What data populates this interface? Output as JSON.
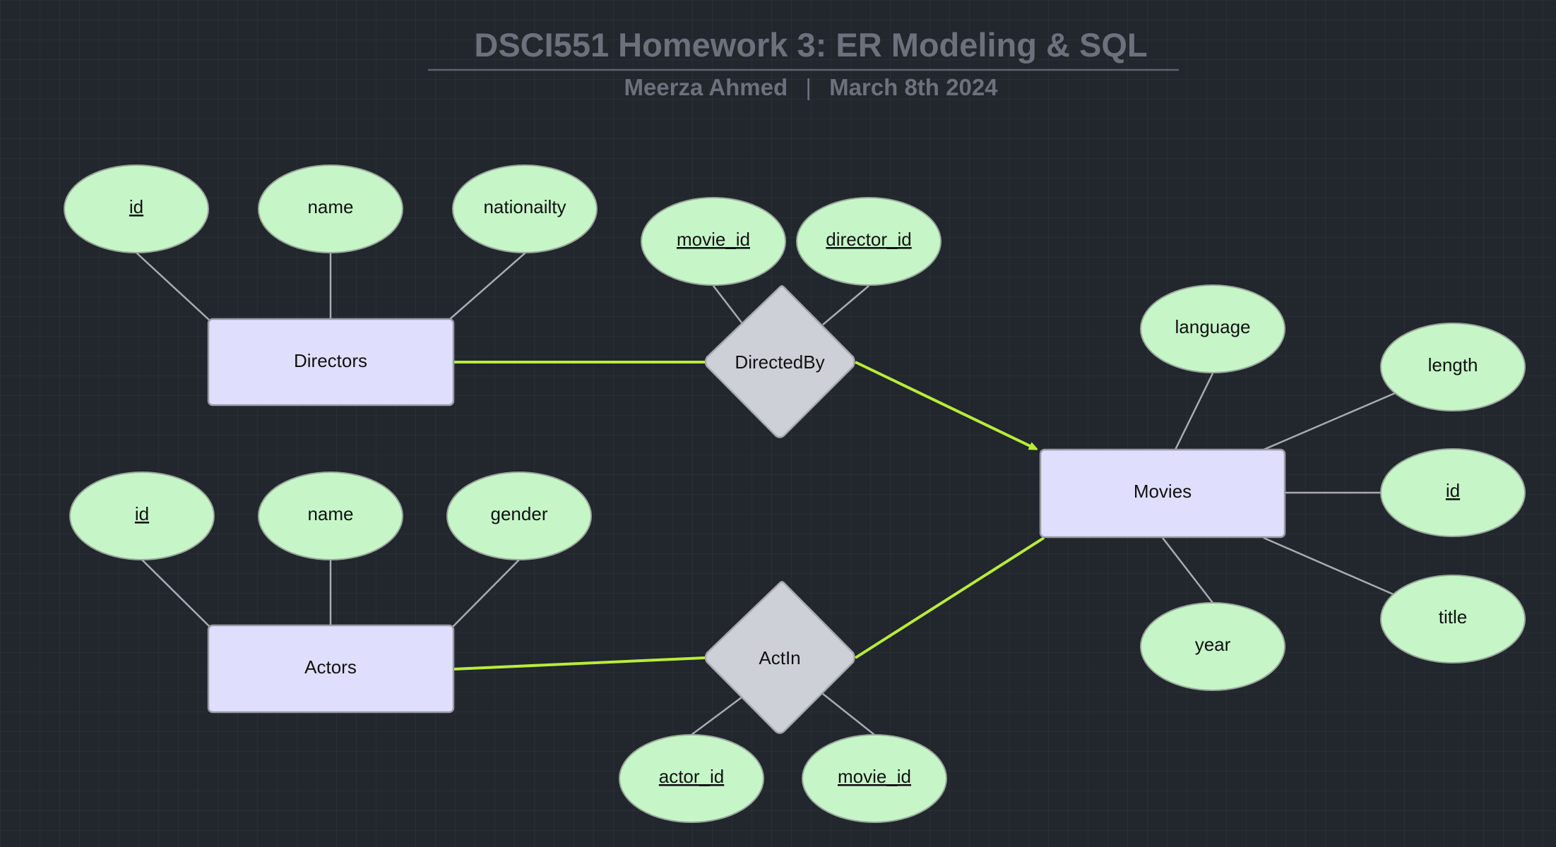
{
  "header": {
    "title": "DSCI551 Homework 3: ER Modeling & SQL",
    "author": "Meerza Ahmed",
    "separator": "|",
    "date": "March 8th 2024"
  },
  "entities": {
    "directors": "Directors",
    "actors": "Actors",
    "movies": "Movies"
  },
  "relationships": {
    "directed_by": "DirectedBy",
    "act_in": "ActIn"
  },
  "attributes": {
    "directors": {
      "id": "id",
      "name": "name",
      "nationality": "nationailty"
    },
    "actors": {
      "id": "id",
      "name": "name",
      "gender": "gender"
    },
    "movies": {
      "language": "language",
      "length": "length",
      "id": "id",
      "title": "title",
      "year": "year"
    },
    "directed_by": {
      "movie_id": "movie_id",
      "director_id": "director_id"
    },
    "act_in": {
      "actor_id": "actor_id",
      "movie_id": "movie_id"
    }
  },
  "colors": {
    "background": "#22262d",
    "entity_fill": "#dfdffd",
    "attribute_fill": "#c6f6c8",
    "relationship_fill": "#cdd0d6",
    "relationship_line": "#b8ec3a",
    "title": "#6c717c"
  }
}
